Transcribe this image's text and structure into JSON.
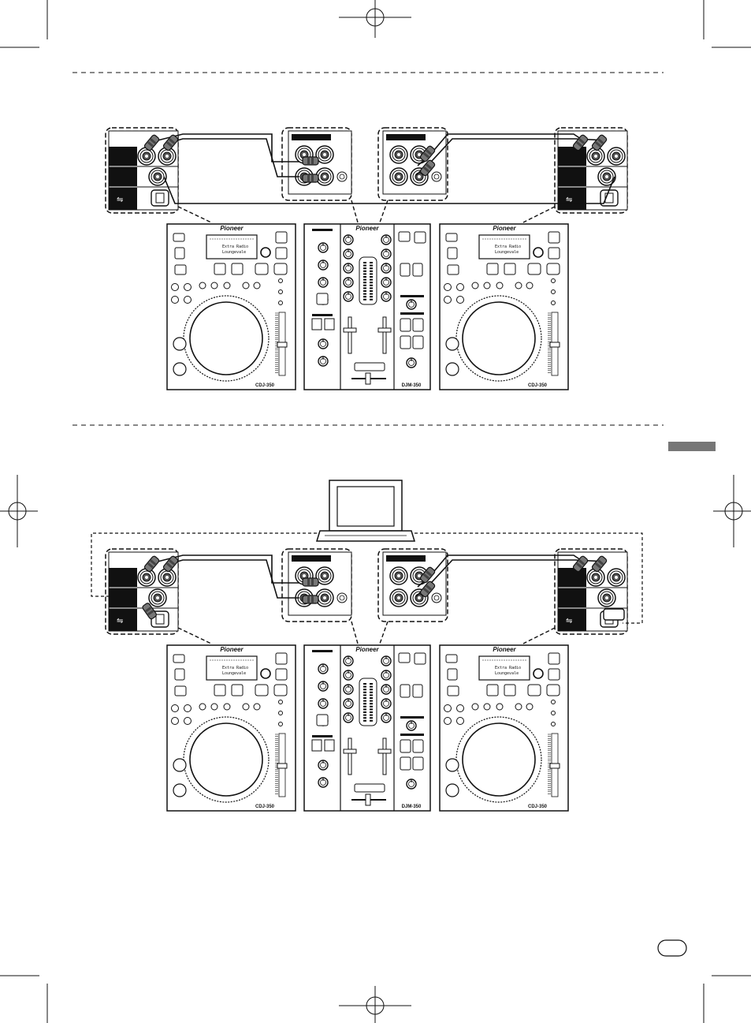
{
  "brand_name": "Pioneer",
  "player_model": "CDJ-350",
  "mixer_model": "DJM-350",
  "display_line_1": "Extra Radio",
  "display_line_2": "Loungevale",
  "page_tab_text": "",
  "colors": {
    "ink": "#111111",
    "panel": "#f5f5f5",
    "jack_label_fill": "#111111",
    "tab": "#777777"
  },
  "icons": [
    "registration-mark",
    "cdj-350-player",
    "djm-350-mixer",
    "laptop-computer",
    "rca-connector",
    "usb-connector"
  ]
}
